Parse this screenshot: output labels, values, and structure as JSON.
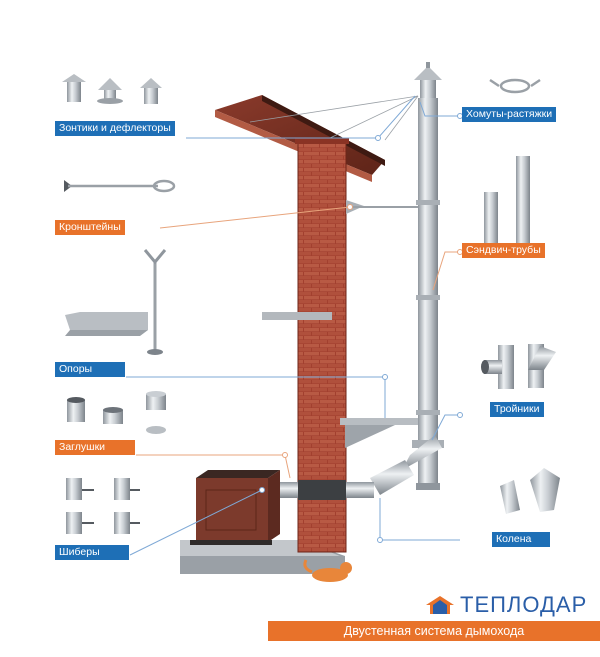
{
  "labels": {
    "umbrellas": "Зонтики и дефлекторы",
    "clamps": "Хомуты-растяжки",
    "brackets": "Кронштейны",
    "sandwich": "Сэндвич-трубы",
    "supports": "Опоры",
    "tees": "Тройники",
    "plugs": "Заглушки",
    "elbows": "Колена",
    "dampers": "Шиберы"
  },
  "brand": {
    "name": "ТЕПЛОДАР",
    "subtitle": "Двустенная система дымохода"
  },
  "colors": {
    "blue": "#1e6fb6",
    "orange": "#e8722a",
    "brick": "#9e3b2c",
    "steel": "#c7ccd1"
  }
}
